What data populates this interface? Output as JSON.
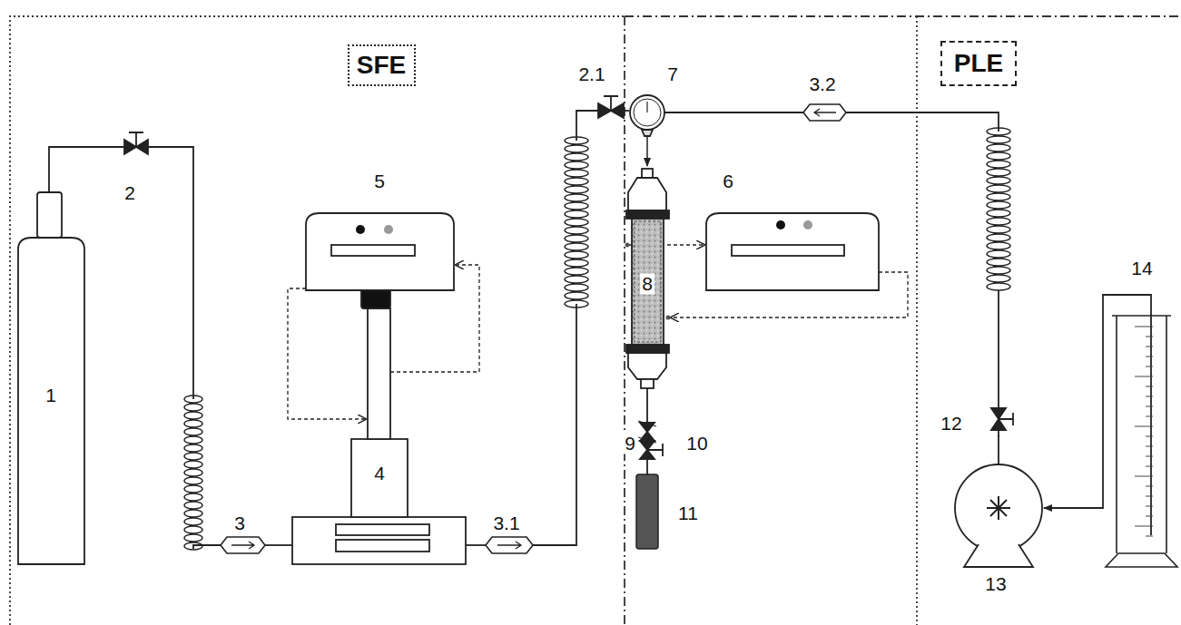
{
  "diagram": {
    "nodes": [
      {
        "text": [
          "SFE"
        ]
      },
      {
        "text": [
          "PLE"
        ]
      }
    ],
    "labels": [
      "1",
      "2",
      "3",
      "4",
      "5",
      "3.1",
      "2.1",
      "7",
      "3.2",
      "6",
      "8",
      "9",
      "10",
      "11",
      "12",
      "13",
      "14"
    ]
  }
}
